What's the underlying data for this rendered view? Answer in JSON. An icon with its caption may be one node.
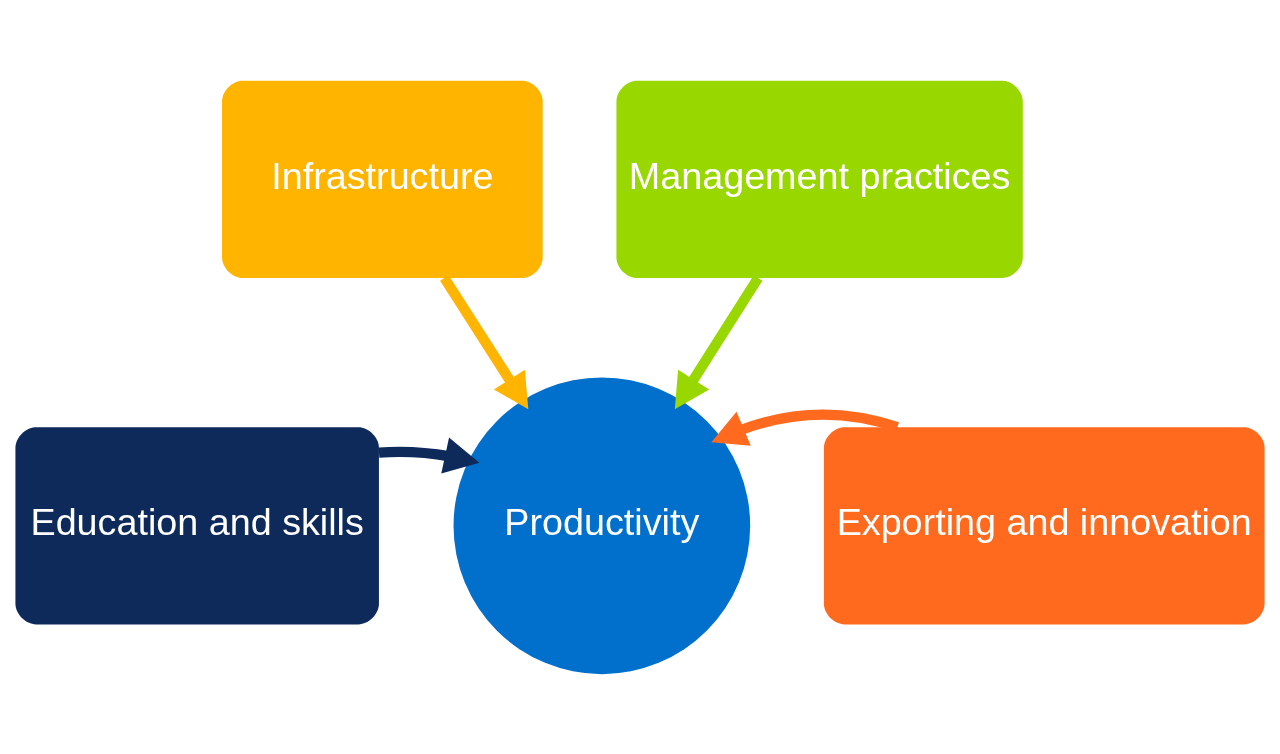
{
  "diagram": {
    "nodes": [
      {
        "text": [
          "Infrastructure"
        ]
      },
      {
        "text": [
          "Management practices"
        ]
      },
      {
        "text": [
          "Education and skills"
        ]
      },
      {
        "text": [
          "Exporting and innovation"
        ]
      },
      {
        "text": [
          "Productivity"
        ]
      }
    ],
    "edges": [
      {
        "from": 0,
        "to": 4,
        "arrow": "to",
        "color": "#ffb400"
      },
      {
        "from": 1,
        "to": 4,
        "arrow": "to",
        "color": "#99d700"
      },
      {
        "from": 2,
        "to": 4,
        "arrow": "to",
        "color": "#0e2a5a"
      },
      {
        "from": 3,
        "to": 4,
        "arrow": "to",
        "color": "#ff6a1f"
      }
    ]
  }
}
